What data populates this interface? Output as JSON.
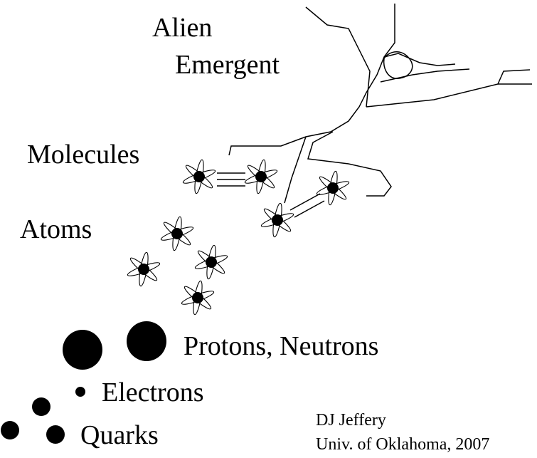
{
  "labels": {
    "alien": "Alien",
    "emergent": "Emergent",
    "molecules": "Molecules",
    "atoms": "Atoms",
    "nucleons": "Protons, Neutrons",
    "electrons": "Electrons",
    "quarks": "Quarks"
  },
  "credit": {
    "author": "DJ Jeffery",
    "affiliation": "Univ. of Oklahoma, 2007"
  },
  "colors": {
    "ink": "#000000",
    "background": "#ffffff"
  }
}
